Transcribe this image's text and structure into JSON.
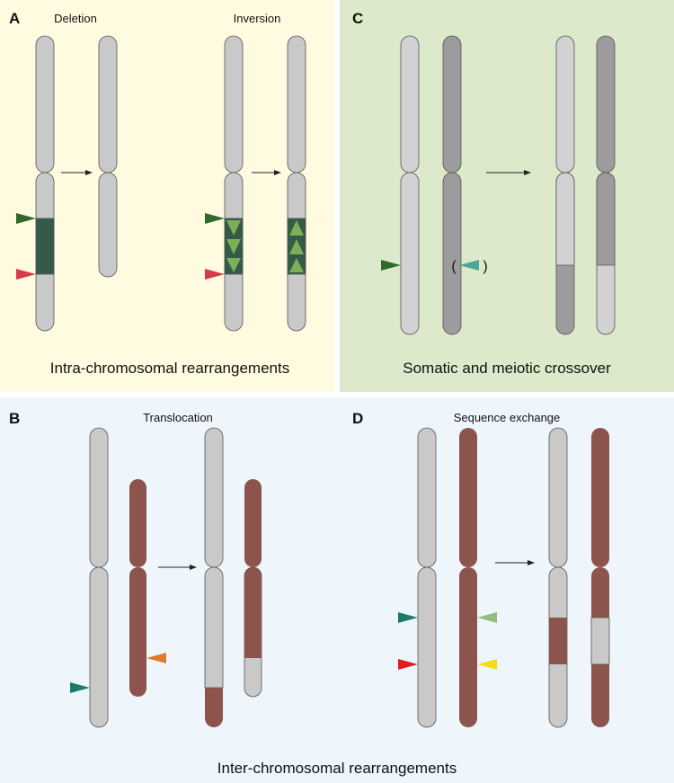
{
  "panels": {
    "a": {
      "letter": "A",
      "caption": "Intra-chromosomal rearrangements",
      "deletion_label": "Deletion",
      "inversion_label": "Inversion"
    },
    "b": {
      "letter": "B",
      "title": "Translocation"
    },
    "c": {
      "letter": "C",
      "caption": "Somatic and meiotic crossover",
      "paren_open": "(",
      "paren_close": ")"
    },
    "d": {
      "letter": "D",
      "title": "Sequence exchange"
    },
    "bottom_caption": "Inter-chromosomal rearrangements"
  },
  "colors": {
    "panel_a_bg": "#fefbe0",
    "panel_c_bg": "#dce9cb",
    "panel_bd_bg": "#eef6fc",
    "chromosome_grey": "#c9c9c9",
    "chromosome_dark_grey": "#9c9c9c",
    "chromosome_light_grey": "#d2d2d2",
    "chromosome_brown": "#8c544c",
    "deleted_region": "#345a48",
    "inversion_arrow": "#7cb058",
    "site_dark_green": "#2f6a2a",
    "site_red": "#d63a48",
    "site_teal": "#1e7a6e",
    "site_orange": "#e07a2e",
    "site_light_green": "#8ec07c",
    "site_yellow": "#f4dc1a",
    "site_red_d": "#e01e1e",
    "site_teal_c": "#4ea898"
  }
}
